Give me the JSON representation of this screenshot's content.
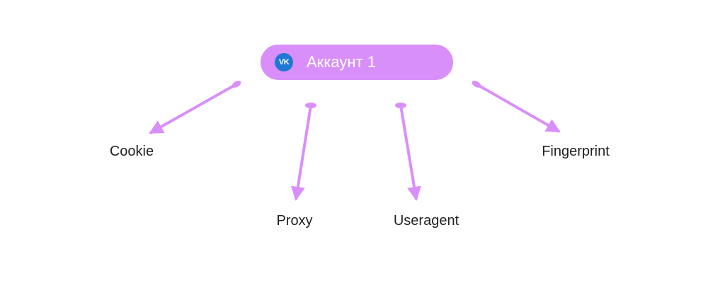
{
  "root": {
    "label": "Аккаунт 1",
    "icon": "vk-logo-icon",
    "icon_text": "VK",
    "color": "#d98ff9"
  },
  "children": [
    "Cookie",
    "Proxy",
    "Useragent",
    "Fingerprint"
  ]
}
